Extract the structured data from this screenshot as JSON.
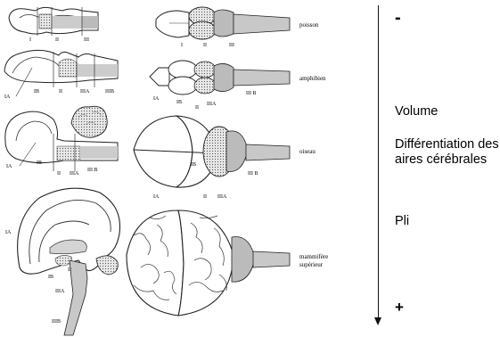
{
  "species": {
    "fish": "poisson",
    "amphibian": "amphibien",
    "bird": "oiseau",
    "mammal_line1": "mammifère",
    "mammal_line2": "supérieur"
  },
  "region_labels": {
    "fish_side": [
      "I",
      "II",
      "III"
    ],
    "fish_top": [
      "I",
      "II",
      "III"
    ],
    "amph_side": [
      "IA",
      "IB",
      "II",
      "IIIA",
      "IIIB"
    ],
    "amph_top": [
      "IA",
      "IB",
      "II",
      "IIIA",
      "III B"
    ],
    "bird_side": [
      "IA",
      "IB",
      "II",
      "IIIA",
      "III B"
    ],
    "bird_top": [
      "IA",
      "IB",
      "II",
      "IIIA",
      "III B"
    ],
    "mammal_side": [
      "IA",
      "IB",
      "II",
      "IIIA",
      "IIIB"
    ]
  },
  "axis": {
    "top_symbol": "-",
    "bottom_symbol": "+",
    "criteria": [
      "Volume",
      "Différentiation des aires cérébrales",
      "Pli"
    ]
  }
}
